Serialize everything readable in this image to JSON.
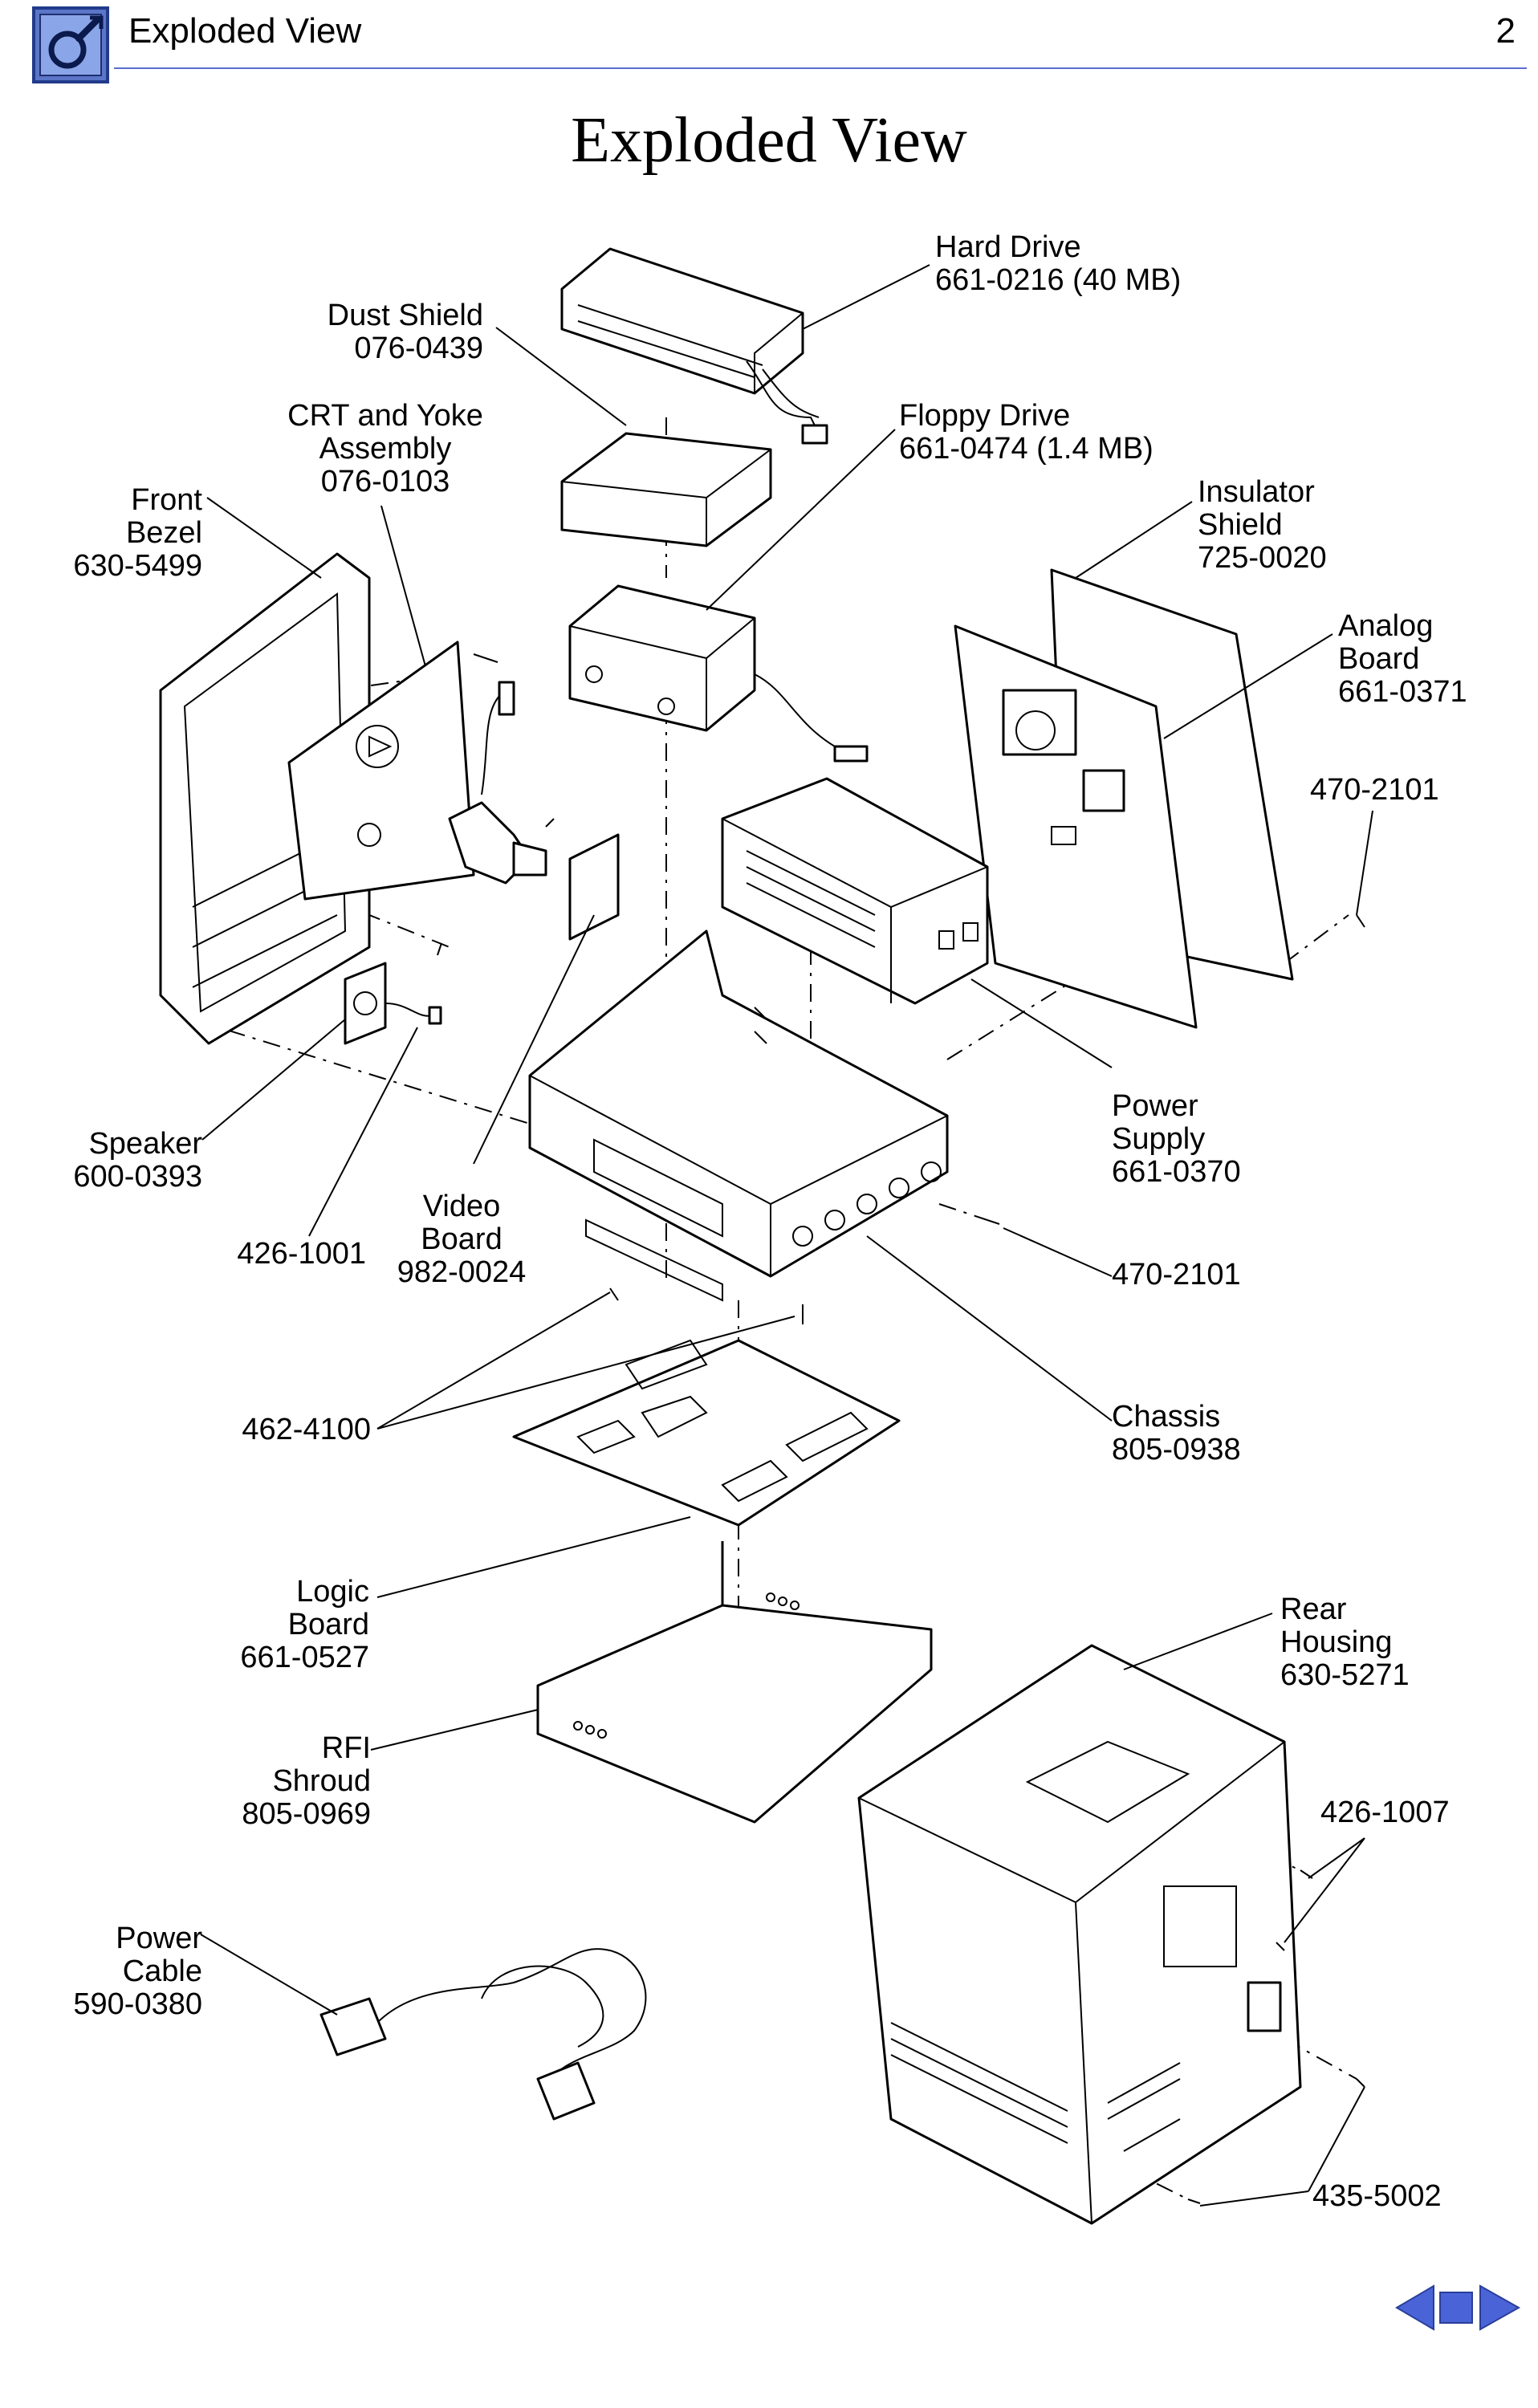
{
  "header": {
    "title": "Exploded View",
    "page_number": "2",
    "logo_icon": "service-manual-wrench-logo-icon",
    "rule_color": "#5a6fd0"
  },
  "main_title": "Exploded View",
  "labels": {
    "hard_drive": [
      "Hard Drive",
      "661-0216 (40 MB)"
    ],
    "dust_shield": [
      "Dust Shield",
      "076-0439"
    ],
    "floppy_drive": [
      "Floppy Drive",
      "661-0474 (1.4 MB)"
    ],
    "crt": [
      "CRT and Yoke",
      "Assembly",
      "076-0103"
    ],
    "front_bezel": [
      "Front",
      "Bezel",
      "630-5499"
    ],
    "insulator": [
      "Insulator",
      "Shield",
      "725-0020"
    ],
    "analog": [
      "Analog",
      "Board",
      "661-0371"
    ],
    "screw_470_top": [
      "470-2101"
    ],
    "power_supply": [
      "Power",
      "Supply",
      "661-0370"
    ],
    "speaker": [
      "Speaker",
      "600-0393"
    ],
    "video": [
      "Video",
      "Board",
      "982-0024"
    ],
    "screw_426_1001": [
      "426-1001"
    ],
    "screw_470_mid": [
      "470-2101"
    ],
    "chassis": [
      "Chassis",
      "805-0938"
    ],
    "screw_462": [
      "462-4100"
    ],
    "logic": [
      "Logic",
      "Board",
      "661-0527"
    ],
    "rear_housing": [
      "Rear",
      "Housing",
      "630-5271"
    ],
    "rfi": [
      "RFI",
      "Shroud",
      "805-0969"
    ],
    "screw_426_1007": [
      "426-1007"
    ],
    "power_cable": [
      "Power",
      "Cable",
      "590-0380"
    ],
    "screw_435": [
      "435-5002"
    ]
  },
  "nav": {
    "prev_icon": "previous-page-arrow-icon",
    "home_icon": "square-stop-icon",
    "next_icon": "next-page-arrow-icon",
    "color": "#4a64d8"
  }
}
